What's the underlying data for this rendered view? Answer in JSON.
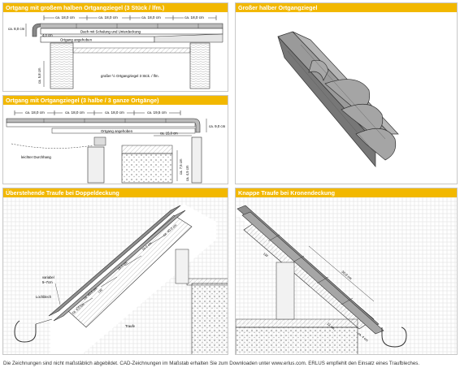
{
  "panels": {
    "p1": {
      "title": "Ortgang mit großem halben Ortgangziegel (3 Stück / lfm.)",
      "dims": [
        "ca. 18,0 cm",
        "ca. 18,0 cm",
        "ca. 18,0 cm",
        "ca. 18,0 cm"
      ],
      "height_left": "ca. 8,0 cm",
      "gap_label": "4,0 cm",
      "label_roof": "Dach mit Schalung und Unterdeckung",
      "label_raised": "Ortgang angehoben",
      "label_tile": "großer ½ Ortgangziegel 3 Stck. / lfm.",
      "vert_dim": "ca. 5,8 cm"
    },
    "p2": {
      "title": "Großer halber Ortgangziegel"
    },
    "p3": {
      "title": "Ortgang mit Ortgangziegel (3 halbe / 3 ganze Ortgänge)",
      "dims": [
        "ca. 18,0 cm",
        "ca. 18,0 cm",
        "ca. 18,0 cm",
        "ca. 19,5 cm"
      ],
      "label_raised": "Ortgang angehoben",
      "dim_inner": "ca. 15,0 cm",
      "height_right": "ca. 9,0 cm",
      "label_sag": "leichter Durchhang",
      "vert_a": "ca. 7,5 cm",
      "vert_b": "ca. 4,5 cm"
    },
    "p4": {
      "title": "Überstehende Traufe bei Doppeldeckung",
      "label_var": "variabel",
      "label_var_range": "5–7cm",
      "label_sheet": "Lochblech",
      "label_lw": "LW",
      "label_dim1": "ca. 40,0 cm",
      "label_dim2": "15,0 cm",
      "label_dim3": "16,0 cm",
      "label_dim4": "ca. 40,0 cm",
      "label_dim5": "ca. 6,0 cm",
      "label_side": "Traufe"
    },
    "p5": {
      "title": "Knappe Traufe bei Kronendeckung",
      "label_lw": "LW",
      "label_dim1": "30,0 cm",
      "label_dim2": "ca. 4 cm",
      "label_dim3": "13 cm"
    }
  },
  "caption": "Die Zeichnungen sind nicht maßstäblich abgebildet. CAD-Zeichnungen im Maßstab erhalten Sie zum Downloaden unter www.erlus.com. ERLUS empfiehlt den Einsatz eines Traufbleches.",
  "colors": {
    "title_bar": "#f2b800",
    "line": "#333333",
    "hatch": "#888888"
  }
}
